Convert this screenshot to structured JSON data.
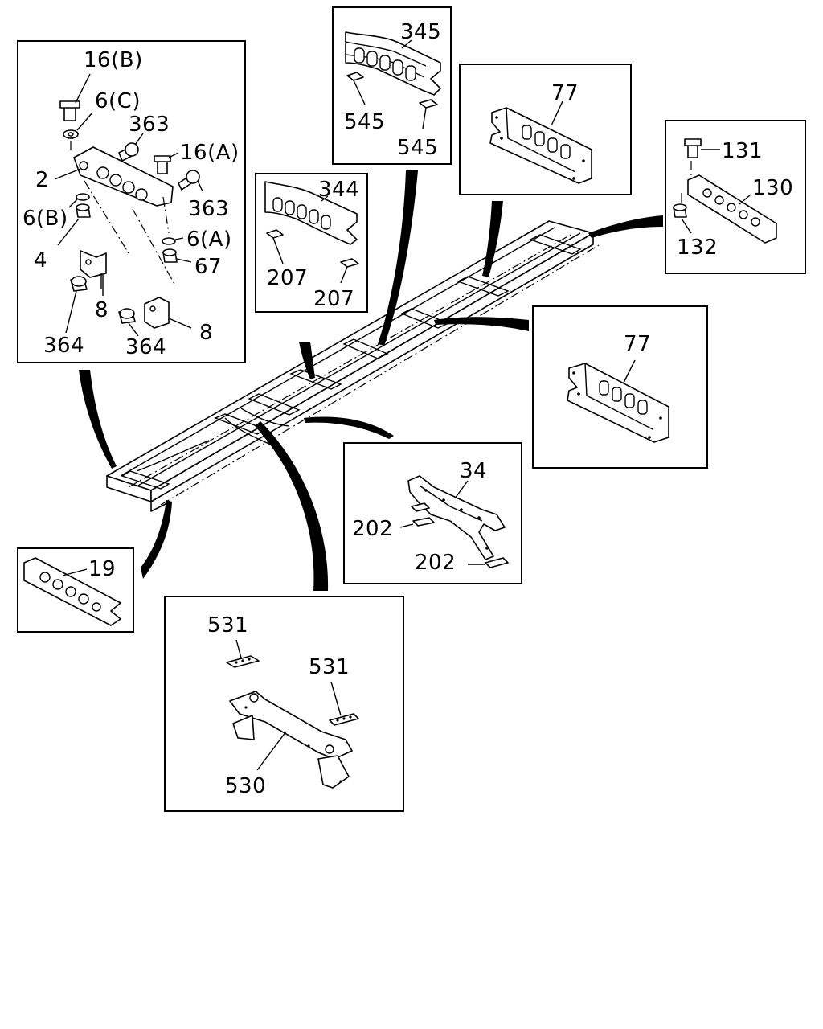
{
  "labels": {
    "p16b": "16(B)",
    "p6c": "6(C)",
    "p363a": "363",
    "p16a": "16(A)",
    "p2": "2",
    "p363b": "363",
    "p6b": "6(B)",
    "p6a": "6(A)",
    "p4": "4",
    "p67": "67",
    "p8a": "8",
    "p8b": "8",
    "p364a": "364",
    "p364b": "364",
    "p345": "345",
    "p545a": "545",
    "p545b": "545",
    "p344": "344",
    "p207a": "207",
    "p207b": "207",
    "p77a": "77",
    "p131": "131",
    "p130": "130",
    "p132": "132",
    "p77b": "77",
    "p34": "34",
    "p202a": "202",
    "p202b": "202",
    "p19": "19",
    "p531a": "531",
    "p531b": "531",
    "p530": "530"
  }
}
